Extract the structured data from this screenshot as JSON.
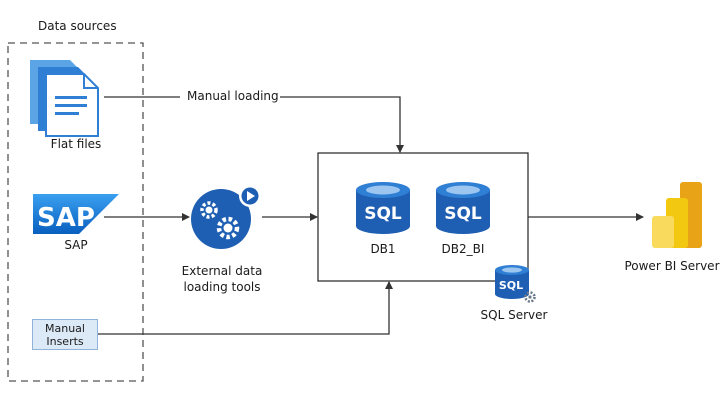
{
  "diagram": {
    "group_title": "Data sources",
    "sources": {
      "flat_files": "Flat files",
      "sap_logo_text": "SAP",
      "sap_label": "SAP",
      "manual_inserts_line1": "Manual",
      "manual_inserts_line2": "Inserts"
    },
    "edge_label_manual_loading": "Manual loading",
    "external_tools_line1": "External data",
    "external_tools_line2": "loading tools",
    "databases": {
      "db1_icon_text": "SQL",
      "db1_label": "DB1",
      "db2_icon_text": "SQL",
      "db2_label": "DB2_BI"
    },
    "sql_server_icon_text": "SQL",
    "sql_server_label": "SQL Server",
    "power_bi_label": "Power BI Server"
  },
  "colors": {
    "sql_blue": "#1f5fb3",
    "arrow": "#333333",
    "group_border": "#555555",
    "powerbi_yellow": "#f2c811",
    "sap_blue": "#1b74d9"
  }
}
